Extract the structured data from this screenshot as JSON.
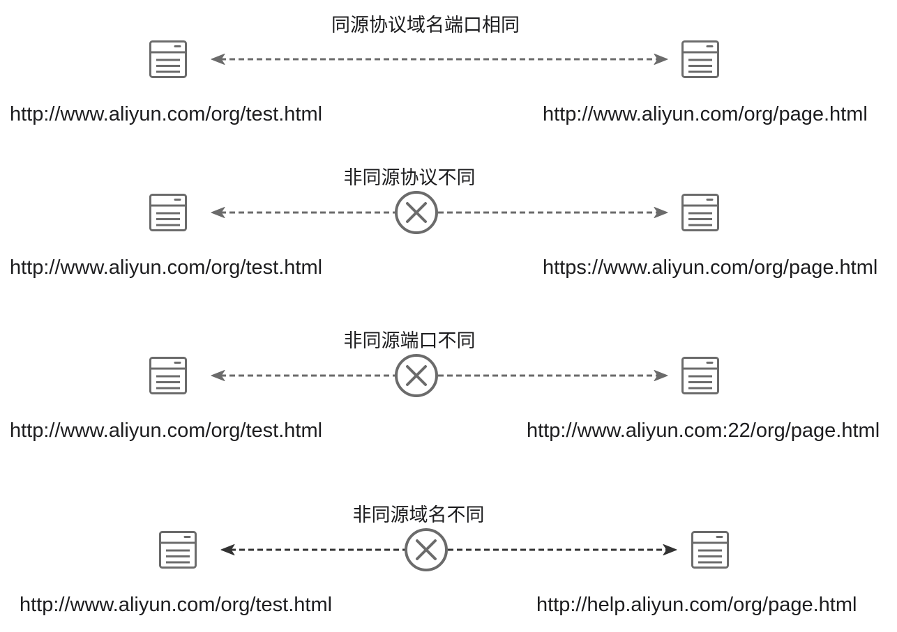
{
  "colors": {
    "stroke": "#6b6b6b",
    "arrow_dark": "#333333",
    "text": "#1d1d1f",
    "background": "#ffffff"
  },
  "icons": {
    "endpoint": "server-icon",
    "blocked": "cross-circle-icon",
    "connection": "bidirectional-dashed-arrow"
  },
  "rows": [
    {
      "title": "同源协议域名端口相同",
      "left_url": "http://www.aliyun.com/org/test.html",
      "right_url": "http://www.aliyun.com/org/page.html",
      "blocked": false
    },
    {
      "title": "非同源协议不同",
      "left_url": "http://www.aliyun.com/org/test.html",
      "right_url": "https://www.aliyun.com/org/page.html",
      "blocked": true
    },
    {
      "title": "非同源端口不同",
      "left_url": "http://www.aliyun.com/org/test.html",
      "right_url": "http://www.aliyun.com:22/org/page.html",
      "blocked": true
    },
    {
      "title": "非同源域名不同",
      "left_url": "http://www.aliyun.com/org/test.html",
      "right_url": "http://help.aliyun.com/org/page.html",
      "blocked": true
    }
  ]
}
